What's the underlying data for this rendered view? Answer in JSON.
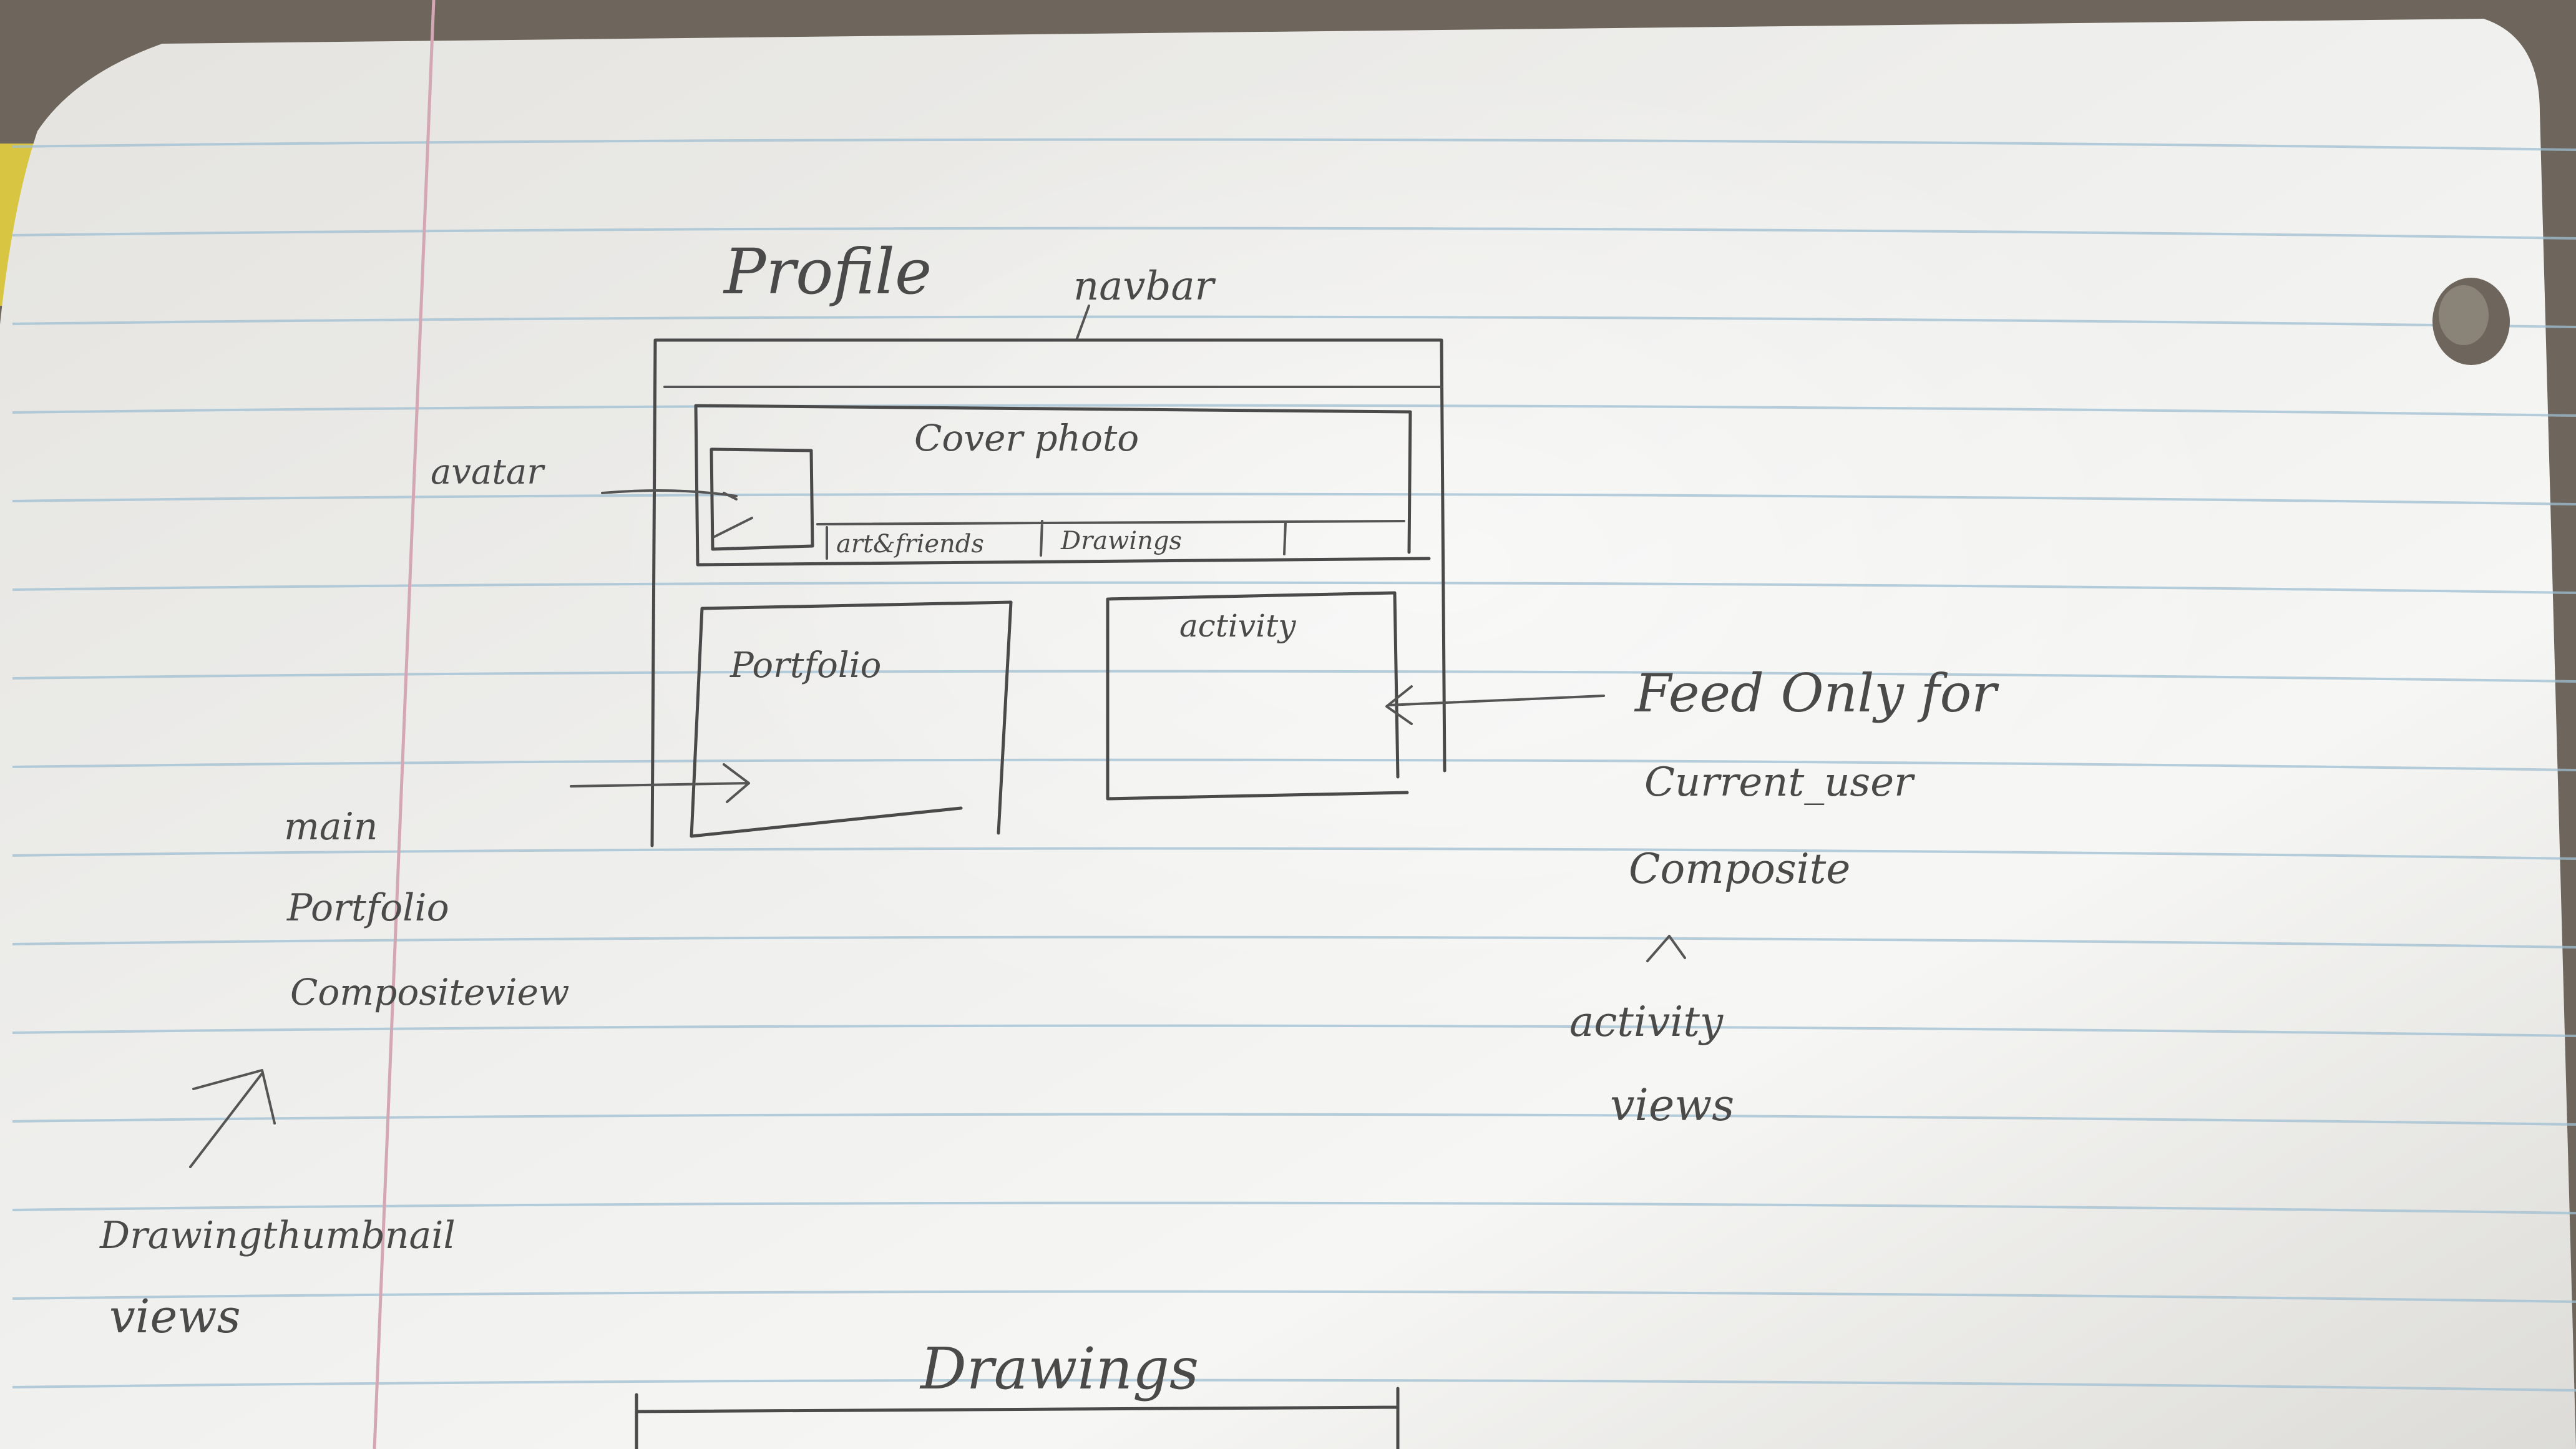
{
  "sketch": {
    "title": "Profile",
    "navbar_label": "navbar",
    "avatar_label": "avatar",
    "cover_label": "Cover photo",
    "tab_art": "art&friends",
    "tab_drawings": "Drawings",
    "portfolio_label": "Portfolio",
    "activity_label": "activity",
    "left_note": [
      "main",
      "Portfolio",
      "Compositeview"
    ],
    "left_note_bottom": [
      "Drawingthumbnail",
      "views"
    ],
    "right_note": [
      "Feed Only for",
      "Current_user",
      "Composite"
    ],
    "right_note_bottom": [
      "activity",
      "views"
    ],
    "bottom_label": "Drawings"
  },
  "colors": {
    "paper": "#ededeb",
    "rule_line": "#9fbfd2",
    "margin_line": "#d3a7b4",
    "ink": "#4a4a4a",
    "background": "#6e665c"
  }
}
